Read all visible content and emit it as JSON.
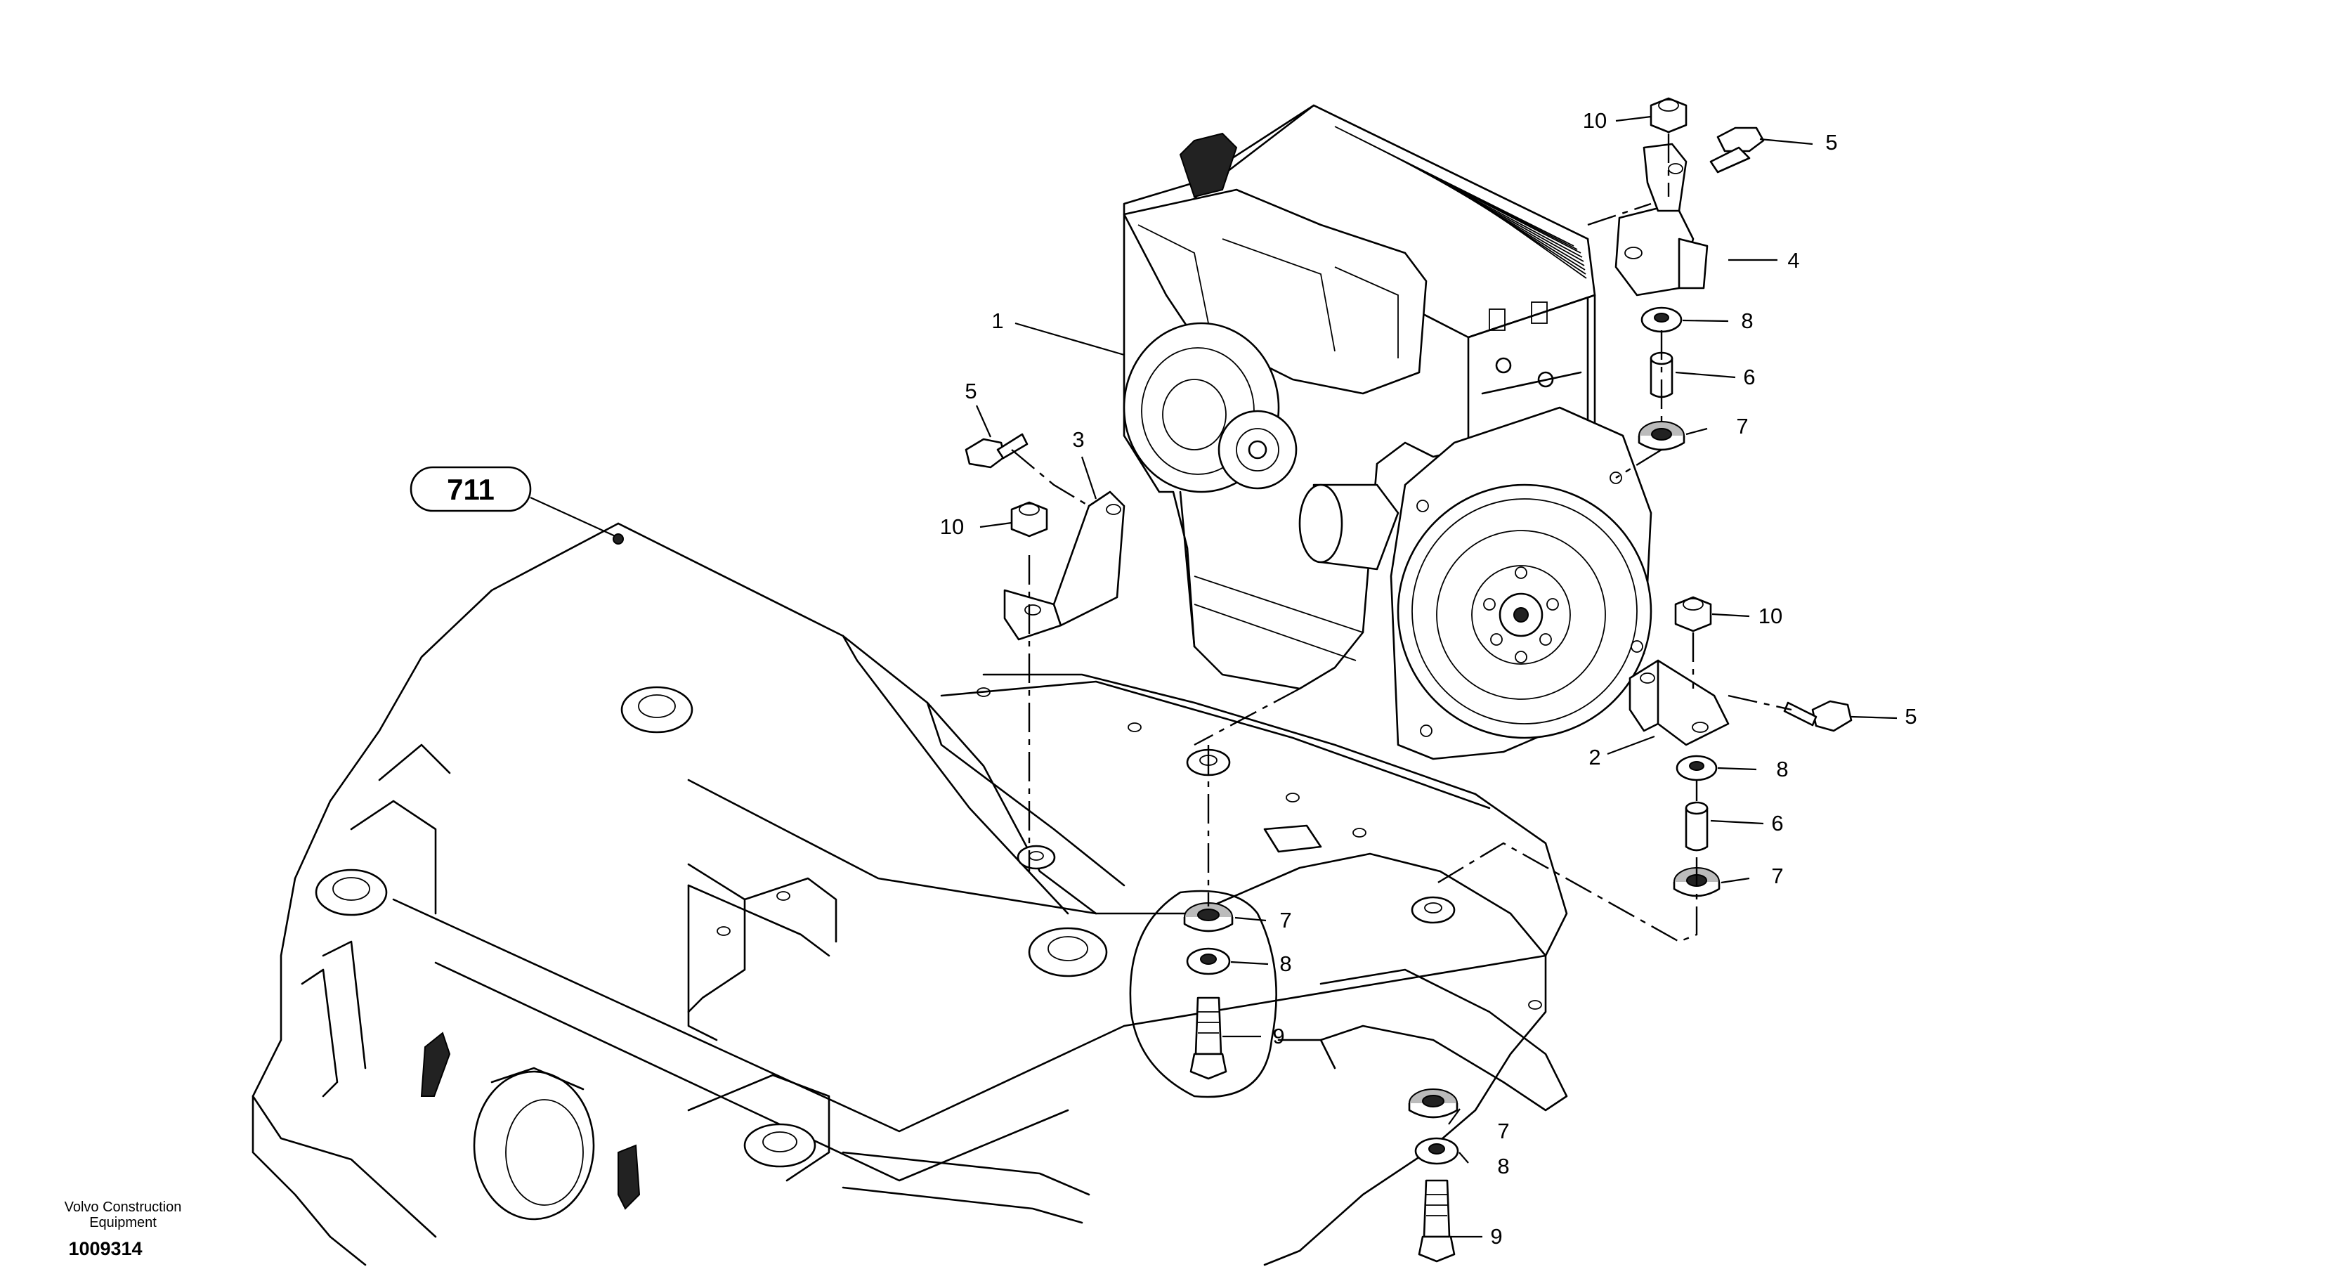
{
  "reference_box": "711",
  "callouts": {
    "c1": "1",
    "c2": "2",
    "c3": "3",
    "c4": "4",
    "c5a": "5",
    "c5b": "5",
    "c5c": "5",
    "c6a": "6",
    "c6b": "6",
    "c7a": "7",
    "c7b": "7",
    "c7c": "7",
    "c7d": "7",
    "c8a": "8",
    "c8b": "8",
    "c8c": "8",
    "c8d": "8",
    "c9a": "9",
    "c9b": "9",
    "c10a": "10",
    "c10b": "10",
    "c10c": "10"
  },
  "footer": {
    "maker_line1": "Volvo Construction",
    "maker_line2": "Equipment",
    "document_number": "1009314"
  }
}
